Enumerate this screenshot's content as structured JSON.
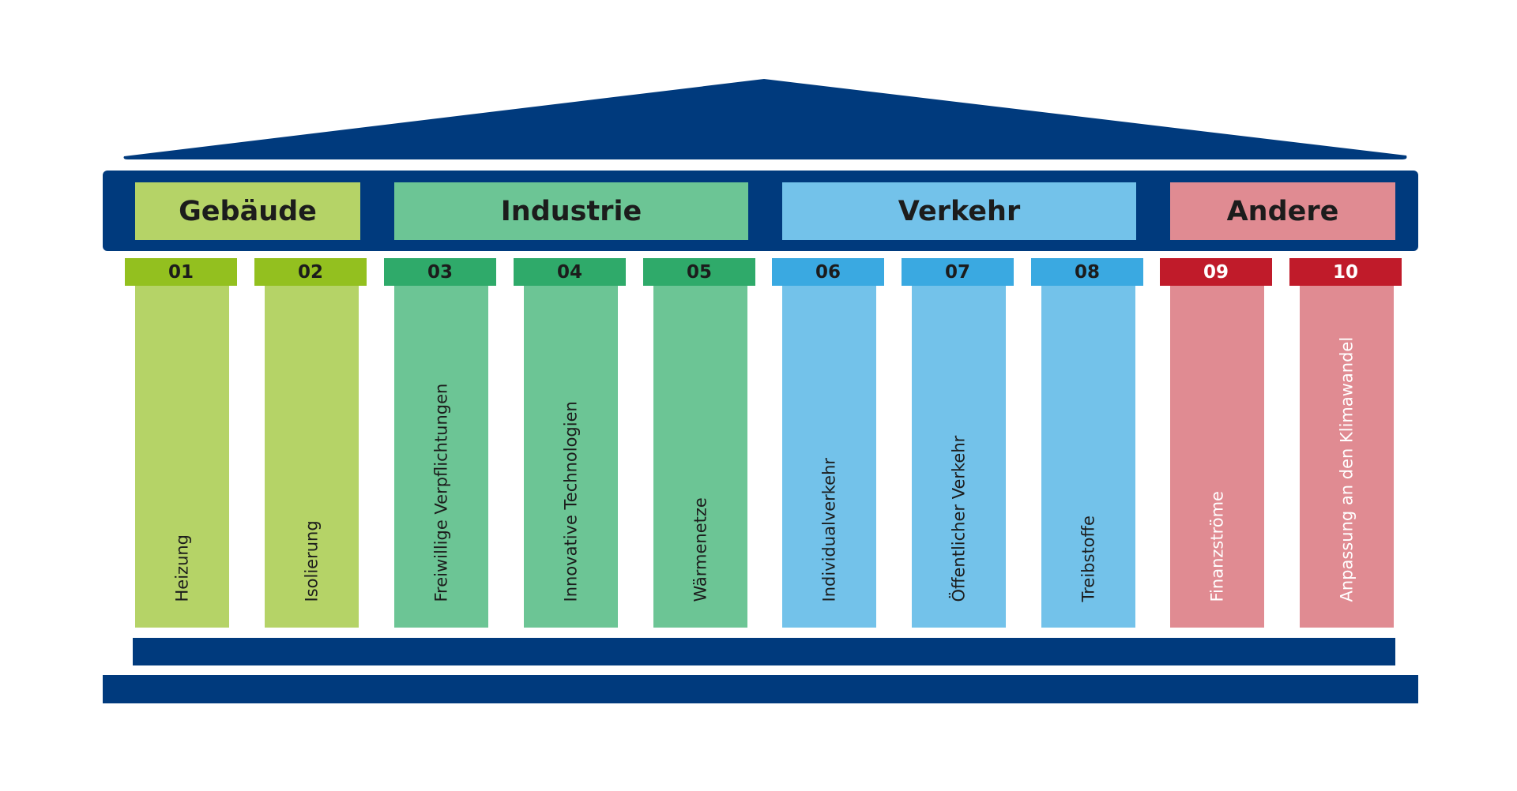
{
  "colors": {
    "navy": "#003a7d",
    "gebaeude_light": "#b5d367",
    "gebaeude_dark": "#93c01f",
    "industrie_light": "#6cc595",
    "industrie_dark": "#2faa6a",
    "verkehr_light": "#73c2ea",
    "verkehr_dark": "#3aa9e1",
    "andere_light": "#e08b92",
    "andere_dark": "#c01b2a",
    "text_dark": "#1c1c1c",
    "text_light": "#ffffff"
  },
  "categories": [
    {
      "label": "Gebäude",
      "color": "#b5d367"
    },
    {
      "label": "Industrie",
      "color": "#6cc595"
    },
    {
      "label": "Verkehr",
      "color": "#73c2ea"
    },
    {
      "label": "Andere",
      "color": "#e08b92"
    }
  ],
  "pillars": [
    {
      "number": "01",
      "label": "Heizung",
      "category": 0
    },
    {
      "number": "02",
      "label": "Isolierung",
      "category": 0
    },
    {
      "number": "03",
      "label": "Freiwillige Verpflichtungen",
      "category": 1
    },
    {
      "number": "04",
      "label": "Innovative Technologien",
      "category": 1
    },
    {
      "number": "05",
      "label": "Wärmenetze",
      "category": 1
    },
    {
      "number": "06",
      "label": "Individualverkehr",
      "category": 2
    },
    {
      "number": "07",
      "label": "Öffentlicher Verkehr",
      "category": 2
    },
    {
      "number": "08",
      "label": "Treibstoffe",
      "category": 2
    },
    {
      "number": "09",
      "label": "Finanzströme",
      "category": 3
    },
    {
      "number": "10",
      "label": "Anpassung an den Klimawandel",
      "category": 3
    }
  ]
}
